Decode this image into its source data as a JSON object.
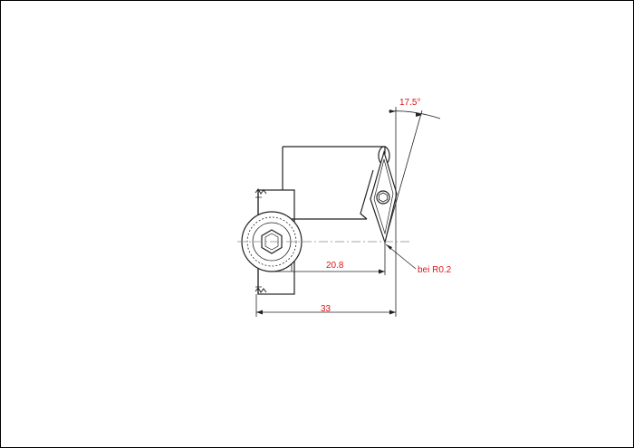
{
  "drawing": {
    "dimensions": {
      "angle_label": "17.5°",
      "length_small": "20.8",
      "length_total": "33",
      "radius_note": "bei R0.2"
    },
    "colors": {
      "outline": "#222222",
      "dimension_red": "#e01515",
      "centerline": "#888888",
      "border": "#000000"
    }
  }
}
